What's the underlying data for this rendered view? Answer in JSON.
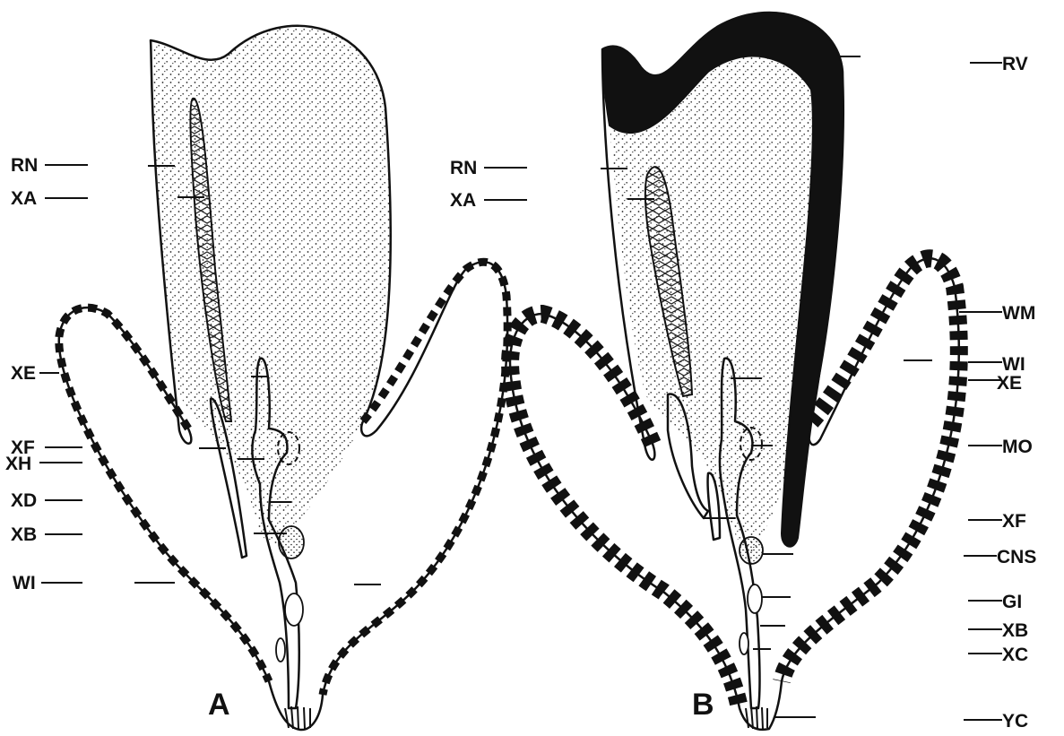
{
  "figure": {
    "panel_a": {
      "letter": "A",
      "labels_left": [
        "RN",
        "XA",
        "XE",
        "XF",
        "XH",
        "XD",
        "XB",
        "WI"
      ]
    },
    "panel_b": {
      "letter": "B",
      "labels_left": [
        "RN",
        "XA"
      ],
      "labels_right": [
        "RV",
        "WM",
        "WI",
        "XE",
        "MO",
        "XF",
        "CNS",
        "GI",
        "XB",
        "XC",
        "YC"
      ]
    }
  },
  "colors": {
    "ink": "#111111",
    "paper": "#ffffff",
    "stipple": "#222222"
  }
}
